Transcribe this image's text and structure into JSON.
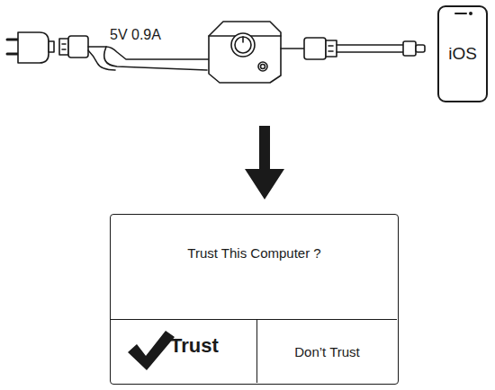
{
  "diagram": {
    "nodes": [
      {
        "text": [
          "iOS"
        ]
      },
      {
        "text": [
          "Trust This Computer ?"
        ]
      },
      {
        "text": [
          "Trust"
        ],
        "in": 1
      },
      {
        "text": [
          "Don’t Trust"
        ],
        "in": 1
      }
    ],
    "labels": [
      "5V 0.9A"
    ]
  }
}
